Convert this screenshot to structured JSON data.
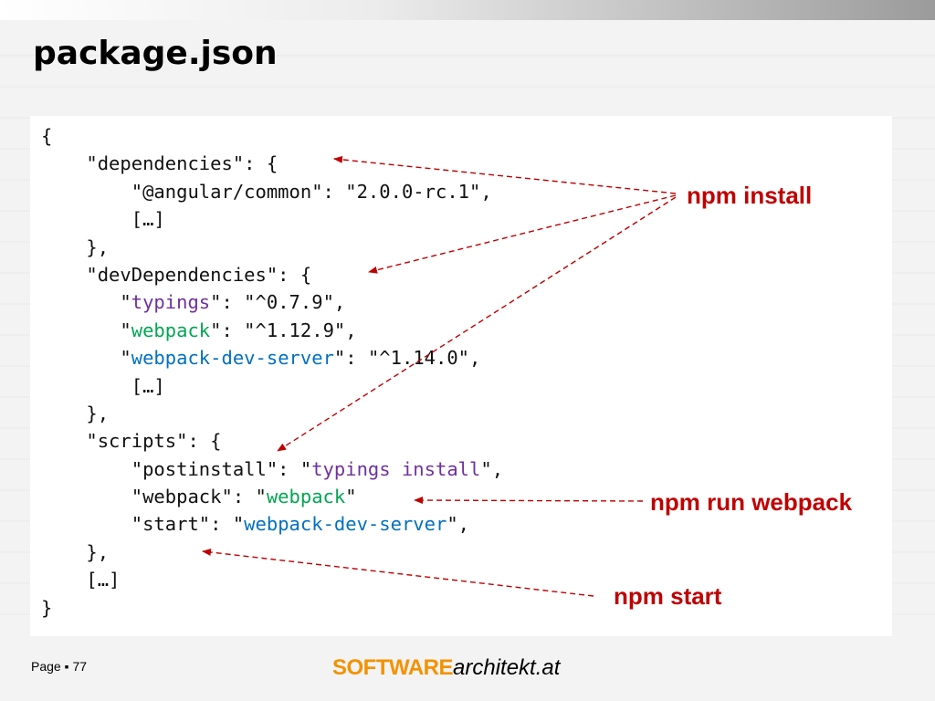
{
  "slide": {
    "title": "package.json"
  },
  "code": {
    "lines": [
      [
        {
          "t": "{"
        }
      ],
      [
        {
          "t": "    \"dependencies\": {"
        }
      ],
      [
        {
          "t": "        \"@angular/common\": \"2.0.0-rc.1\","
        }
      ],
      [
        {
          "t": "        […]"
        }
      ],
      [
        {
          "t": "    },"
        }
      ],
      [
        {
          "t": "    \"devDependencies\": {"
        }
      ],
      [
        {
          "t": "       \""
        },
        {
          "t": "typings",
          "c": "purple"
        },
        {
          "t": "\": \"^0.7.9\","
        }
      ],
      [
        {
          "t": "       \""
        },
        {
          "t": "webpack",
          "c": "green"
        },
        {
          "t": "\": \"^1.12.9\","
        }
      ],
      [
        {
          "t": "       \""
        },
        {
          "t": "webpack-dev-server",
          "c": "blue"
        },
        {
          "t": "\": \"^1.14.0\","
        }
      ],
      [
        {
          "t": "        […]"
        }
      ],
      [
        {
          "t": "    },"
        }
      ],
      [
        {
          "t": "    \"scripts\": {"
        }
      ],
      [
        {
          "t": "        \"postinstall\": \""
        },
        {
          "t": "typings install",
          "c": "purple"
        },
        {
          "t": "\","
        }
      ],
      [
        {
          "t": "        \"webpack\": \""
        },
        {
          "t": "webpack",
          "c": "green"
        },
        {
          "t": "\""
        }
      ],
      [
        {
          "t": "        \"start\": \""
        },
        {
          "t": "webpack-dev-server",
          "c": "blue"
        },
        {
          "t": "\","
        }
      ],
      [
        {
          "t": "    },"
        }
      ],
      [
        {
          "t": "    […]"
        }
      ],
      [
        {
          "t": "}"
        }
      ]
    ]
  },
  "annotations": {
    "npm_install": "npm install",
    "npm_run_webpack": "npm run webpack",
    "npm_start": "npm start"
  },
  "colors": {
    "annotation": "#c00000",
    "purple": "#7030a0",
    "green": "#00a651",
    "blue": "#0070c0",
    "brand_orange": "#f39200"
  },
  "footer": {
    "page_label": "Page ▪ 77",
    "brand_part1": "SOFTWARE",
    "brand_part2": "architekt.at"
  }
}
